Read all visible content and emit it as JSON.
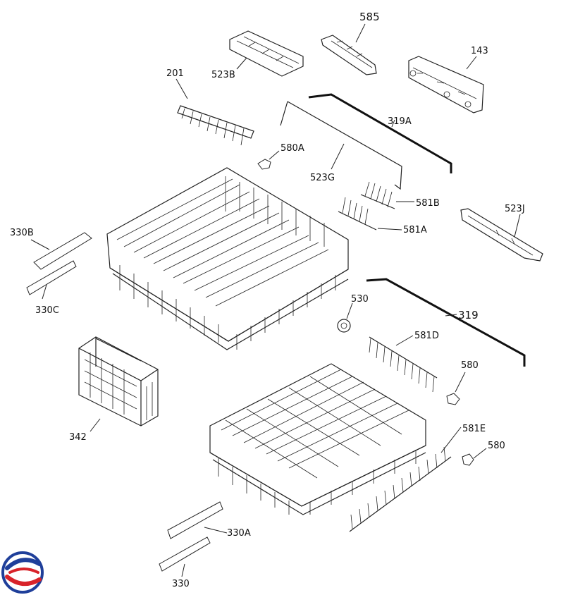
{
  "labels": {
    "p585": "585",
    "p143": "143",
    "p523B": "523B",
    "p201": "201",
    "p319A": "319A",
    "p580A": "580A",
    "p523G": "523G",
    "p581B": "581B",
    "p523J": "523J",
    "p581A": "581A",
    "p330B": "330B",
    "p330C": "330C",
    "p530": "530",
    "p319": "319",
    "p581D": "581D",
    "p580a": "580",
    "p342": "342",
    "p581E": "581E",
    "p580b": "580",
    "p330A": "330A",
    "p330": "330"
  },
  "logo": {
    "colors": [
      "#1f3f9a",
      "#d8232a"
    ]
  }
}
